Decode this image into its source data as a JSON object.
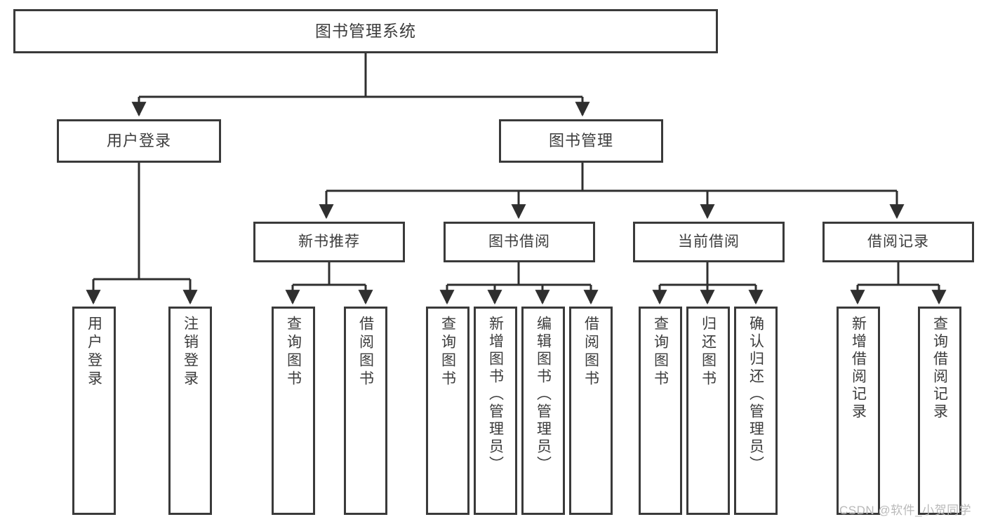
{
  "diagram": {
    "title": "图书管理系统",
    "type": "tree-hierarchy",
    "watermark": "CSDN @软件_小贺同学",
    "colors": {
      "box_border": "#3a3a3a",
      "box_fill": "#ffffff",
      "connector": "#2f2f2f",
      "text": "#3c3c3c",
      "watermark": "#b9b9b9"
    },
    "root": {
      "label": "图书管理系统"
    },
    "level2": [
      {
        "label": "用户登录"
      },
      {
        "label": "图书管理"
      }
    ],
    "level3": [
      {
        "label": "新书推荐"
      },
      {
        "label": "图书借阅"
      },
      {
        "label": "当前借阅"
      },
      {
        "label": "借阅记录"
      }
    ],
    "leaves": {
      "user_login": [
        {
          "label": "用户登录"
        },
        {
          "label": "注销登录"
        }
      ],
      "new_book_recommend": [
        {
          "label": "查询图书"
        },
        {
          "label": "借阅图书"
        }
      ],
      "book_borrow": [
        {
          "label": "查询图书"
        },
        {
          "label": "新增图书（管理员）"
        },
        {
          "label": "编辑图书（管理员）"
        },
        {
          "label": "借阅图书"
        }
      ],
      "current_borrow": [
        {
          "label": "查询图书"
        },
        {
          "label": "归还图书"
        },
        {
          "label": "确认归还（管理员）"
        }
      ],
      "borrow_record": [
        {
          "label": "新增借阅记录"
        },
        {
          "label": "查询借阅记录"
        }
      ]
    }
  }
}
